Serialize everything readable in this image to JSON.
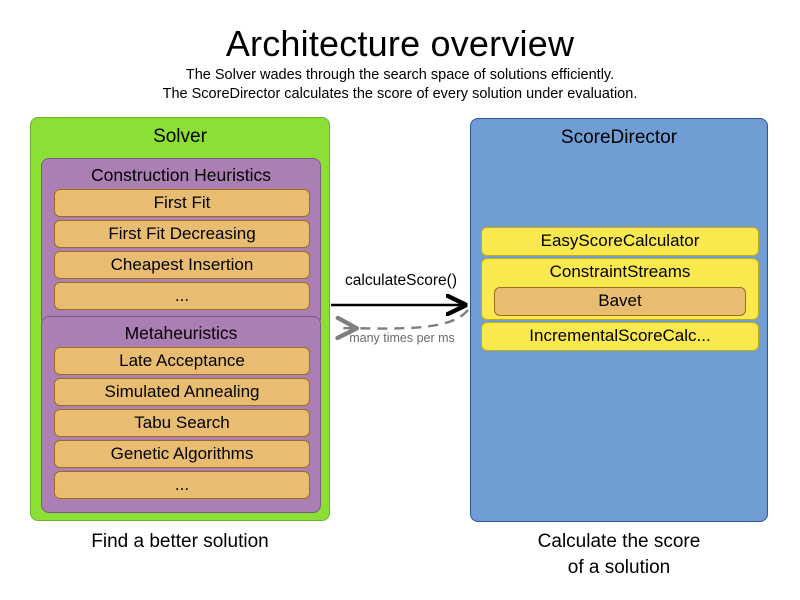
{
  "header": {
    "title": "Architecture overview",
    "subtitle_1": "The Solver wades through the search space of solutions efficiently.",
    "subtitle_2": "The ScoreDirector calculates the score of every solution under evaluation."
  },
  "solver": {
    "title": "Solver",
    "caption": "Find a better solution",
    "color": "#8cdf35",
    "groups": [
      {
        "title": "Construction Heuristics",
        "color": "#ab7fb4",
        "items": [
          {
            "label": "First Fit"
          },
          {
            "label": "First Fit Decreasing"
          },
          {
            "label": "Cheapest Insertion"
          },
          {
            "label": "..."
          }
        ]
      },
      {
        "title": "Metaheuristics",
        "color": "#ab7fb4",
        "items": [
          {
            "label": "Late Acceptance"
          },
          {
            "label": "Simulated Annealing"
          },
          {
            "label": "Tabu Search"
          },
          {
            "label": "Genetic Algorithms"
          },
          {
            "label": "..."
          }
        ]
      }
    ]
  },
  "scoredirector": {
    "title": "ScoreDirector",
    "caption_line_1": "Calculate the score",
    "caption_line_2": "of a solution",
    "color": "#6f9dd4",
    "items": [
      {
        "label": "EasyScoreCalculator",
        "color": "#fae94e"
      },
      {
        "label": "ConstraintStreams",
        "color": "#fae94e",
        "nested": {
          "label": "Bavet",
          "color": "#e8bd71"
        }
      },
      {
        "label": "IncrementalScoreCalc...",
        "color": "#fae94e"
      }
    ]
  },
  "arrows": {
    "forward_label": "calculateScore()",
    "return_label": "many times per ms",
    "forward_color": "#000000",
    "return_color": "#7f7f7f"
  }
}
